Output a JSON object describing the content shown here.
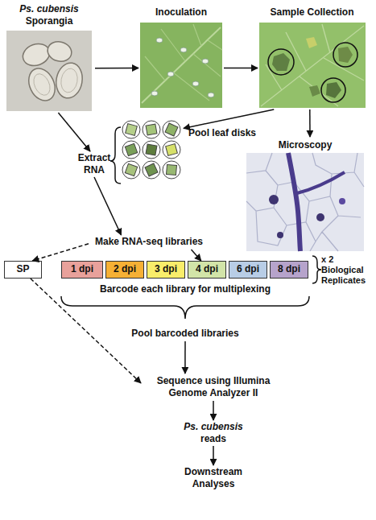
{
  "diagram": {
    "nodes": [
      {
        "text": [
          "Ps. cubensis Sporangia"
        ]
      },
      {
        "text": [
          "Inoculation"
        ]
      },
      {
        "text": [
          "Sample Collection"
        ]
      },
      {
        "text": [
          "Pool leaf disks"
        ]
      },
      {
        "text": [
          "Microscopy"
        ]
      },
      {
        "text": [
          "Extract RNA"
        ]
      },
      {
        "text": [
          "Make RNA-seq libraries"
        ]
      },
      {
        "text": [
          "SP"
        ]
      },
      {
        "text": [
          "1 dpi"
        ]
      },
      {
        "text": [
          "2 dpi"
        ]
      },
      {
        "text": [
          "3 dpi"
        ]
      },
      {
        "text": [
          "4 dpi"
        ]
      },
      {
        "text": [
          "6 dpi"
        ]
      },
      {
        "text": [
          "8 dpi"
        ]
      },
      {
        "text": [
          "Pool barcoded libraries"
        ]
      },
      {
        "text": [
          "Sequence using Illumina Genome Analyzer II"
        ]
      },
      {
        "text": [
          "Ps. cubensis reads"
        ]
      },
      {
        "text": [
          "Downstream Analyses"
        ]
      }
    ],
    "edges": [
      {
        "from": 0,
        "to": 1,
        "arrow": "to"
      },
      {
        "from": 1,
        "to": 2,
        "arrow": "to"
      },
      {
        "from": 2,
        "to": 3,
        "arrow": "to"
      },
      {
        "from": 2,
        "to": 4,
        "arrow": "to"
      },
      {
        "from": 0,
        "to": 5,
        "arrow": "to"
      },
      {
        "from": 5,
        "to": 6,
        "arrow": "to"
      },
      {
        "from": 6,
        "to": 7,
        "arrow": "to"
      },
      {
        "from": 6,
        "to": 11,
        "arrow": "to"
      },
      {
        "from": 7,
        "to": 15,
        "arrow": "to"
      },
      {
        "from": 14,
        "to": 15,
        "arrow": "to"
      },
      {
        "from": 15,
        "to": 16,
        "arrow": "to"
      },
      {
        "from": 16,
        "to": 17,
        "arrow": "to"
      }
    ],
    "labels": [
      "Barcode each library for multiplexing",
      "x 2 Biological Replicates"
    ]
  }
}
